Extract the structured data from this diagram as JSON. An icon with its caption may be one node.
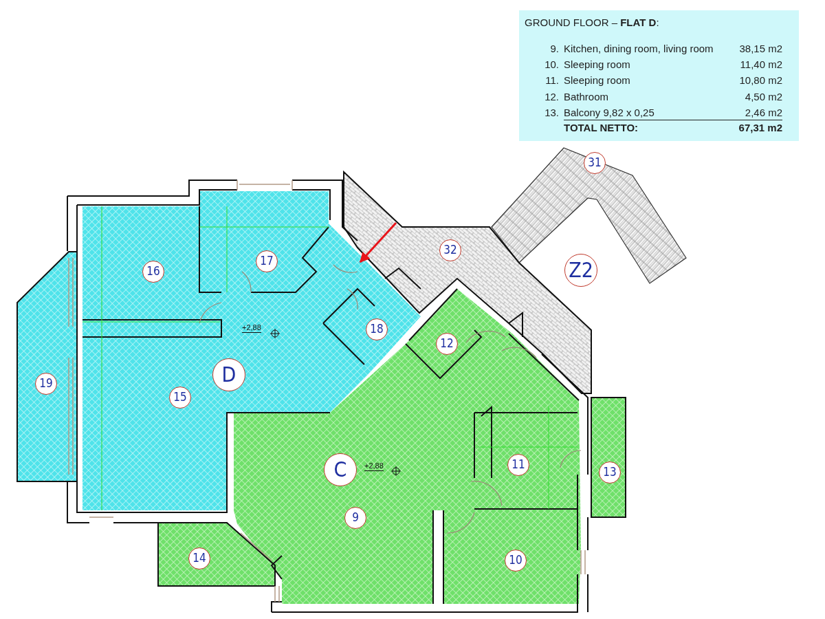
{
  "diagram": {
    "title": "GROUND FLOOR – **FLAT D**:",
    "labels": [
      "9.",
      "Kitchen, dining room, living room",
      "38,15 m2",
      "10.",
      "Sleeping room",
      "11,40 m2",
      "11.",
      "Sleeping room",
      "10,80 m2",
      "12.",
      "Bathroom",
      "4,50 m2",
      "13.",
      "Balcony 9,82 x 0,25",
      "2,46 m2",
      "TOTAL NETTO:",
      "67,31 m2",
      "31",
      "32",
      "Z2",
      "16",
      "17",
      "+2,88",
      "18",
      "12",
      "D",
      "19",
      "15",
      "C",
      "+2,88",
      "11",
      "13",
      "9",
      "14",
      "10"
    ]
  }
}
